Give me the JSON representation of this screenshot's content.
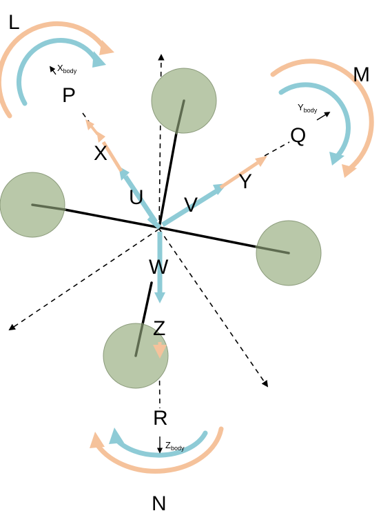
{
  "colors": {
    "rotor_fill": "#b9c8a9",
    "rotor_stroke": "#8a9a7a",
    "rotor_hub_line": "#5e6b50",
    "arm": "#000000",
    "blue": "#8ecbd6",
    "orange": "#f5c29b",
    "axis": "#000000"
  },
  "labels": {
    "L": "L",
    "M": "M",
    "N": "N",
    "P": "P",
    "Q": "Q",
    "R": "R",
    "U": "U",
    "V": "V",
    "W": "W",
    "X": "X",
    "Y": "Y",
    "Z": "Z"
  },
  "body_axes": {
    "x": {
      "base": "X",
      "sub": "body"
    },
    "y": {
      "base": "Y",
      "sub": "body"
    },
    "z": {
      "base": "Z",
      "sub": "body"
    }
  }
}
